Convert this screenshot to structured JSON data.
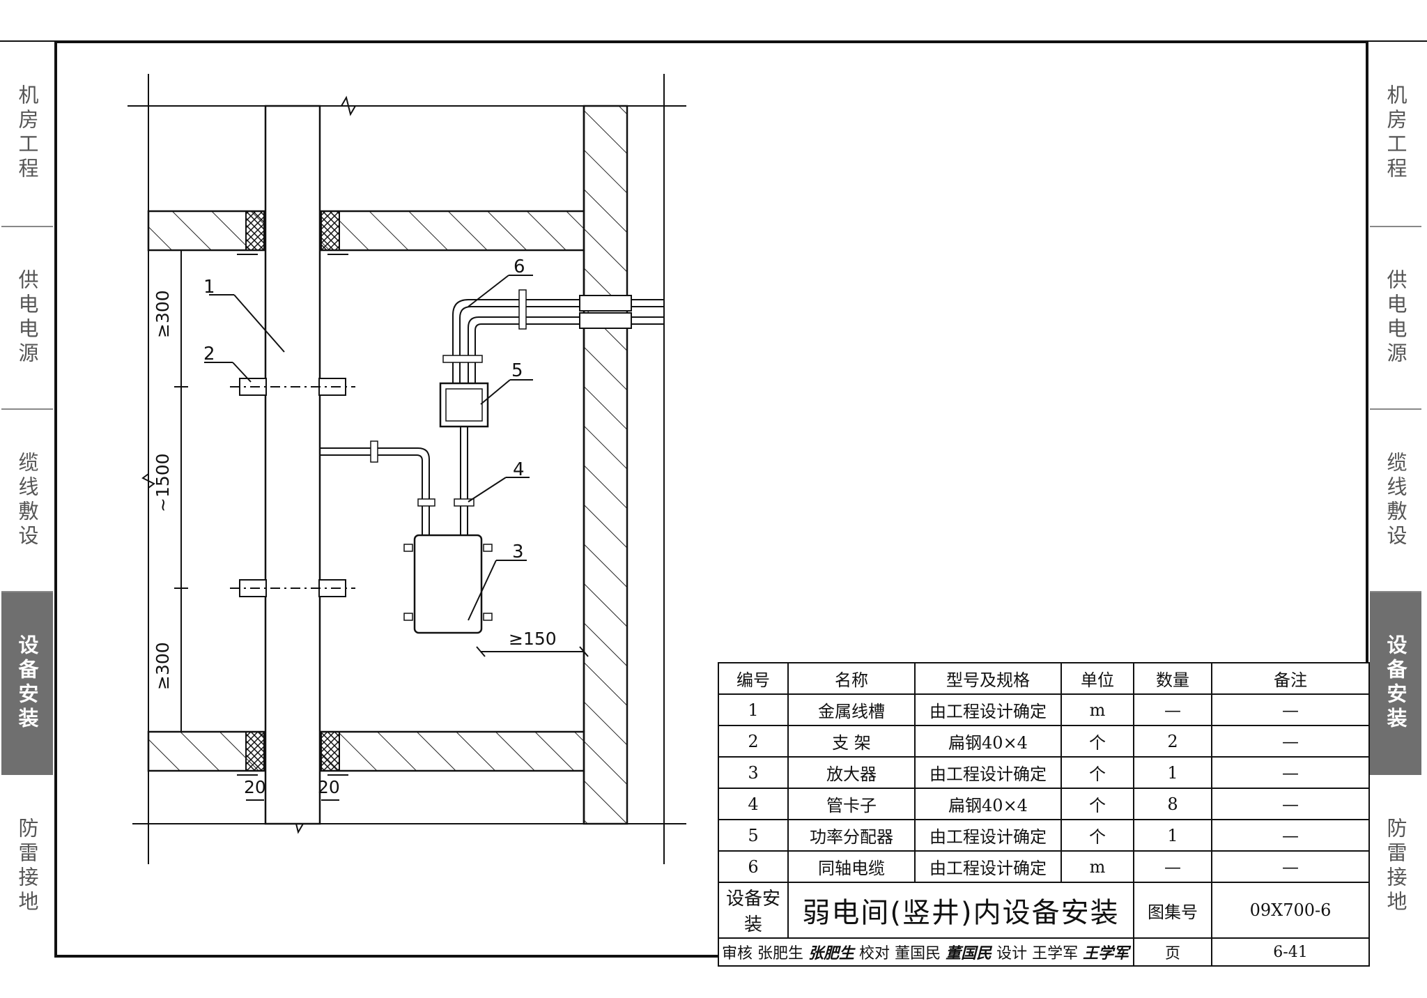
{
  "side_tabs": [
    "机房工程",
    "供电电源",
    "缆线敷设",
    "设备安装",
    "防雷接地"
  ],
  "active_tab_index": 3,
  "drawing": {
    "callouts": [
      "1",
      "2",
      "3",
      "4",
      "5",
      "6"
    ],
    "dims": {
      "gap_top": "≥300",
      "span_mid": "~1500",
      "gap_bottom": "≥300",
      "wall_clear": "≥150",
      "left_w": "20",
      "right_w": "20"
    }
  },
  "table": {
    "headers": [
      "编号",
      "名称",
      "型号及规格",
      "单位",
      "数量",
      "备注"
    ],
    "rows": [
      [
        "1",
        "金属线槽",
        "由工程设计确定",
        "m",
        "—",
        "—"
      ],
      [
        "2",
        "支 架",
        "扁钢40×4",
        "个",
        "2",
        "—"
      ],
      [
        "3",
        "放大器",
        "由工程设计确定",
        "个",
        "1",
        "—"
      ],
      [
        "4",
        "管卡子",
        "扁钢40×4",
        "个",
        "8",
        "—"
      ],
      [
        "5",
        "功率分配器",
        "由工程设计确定",
        "个",
        "1",
        "—"
      ],
      [
        "6",
        "同轴电缆",
        "由工程设计确定",
        "m",
        "—",
        "—"
      ]
    ],
    "section": "设备安装",
    "title": "弱电间(竖井)内设备安装",
    "atlas_label": "图集号",
    "atlas_no": "09X700-6",
    "review_label": "审核",
    "reviewer": "张肥生",
    "reviewer_sig": "张肥生",
    "check_label": "校对",
    "checker": "董国民",
    "checker_sig": "董国民",
    "design_label": "设计",
    "designer": "王学军",
    "designer_sig": "王学军",
    "page_label": "页",
    "page_no": "6-41"
  }
}
